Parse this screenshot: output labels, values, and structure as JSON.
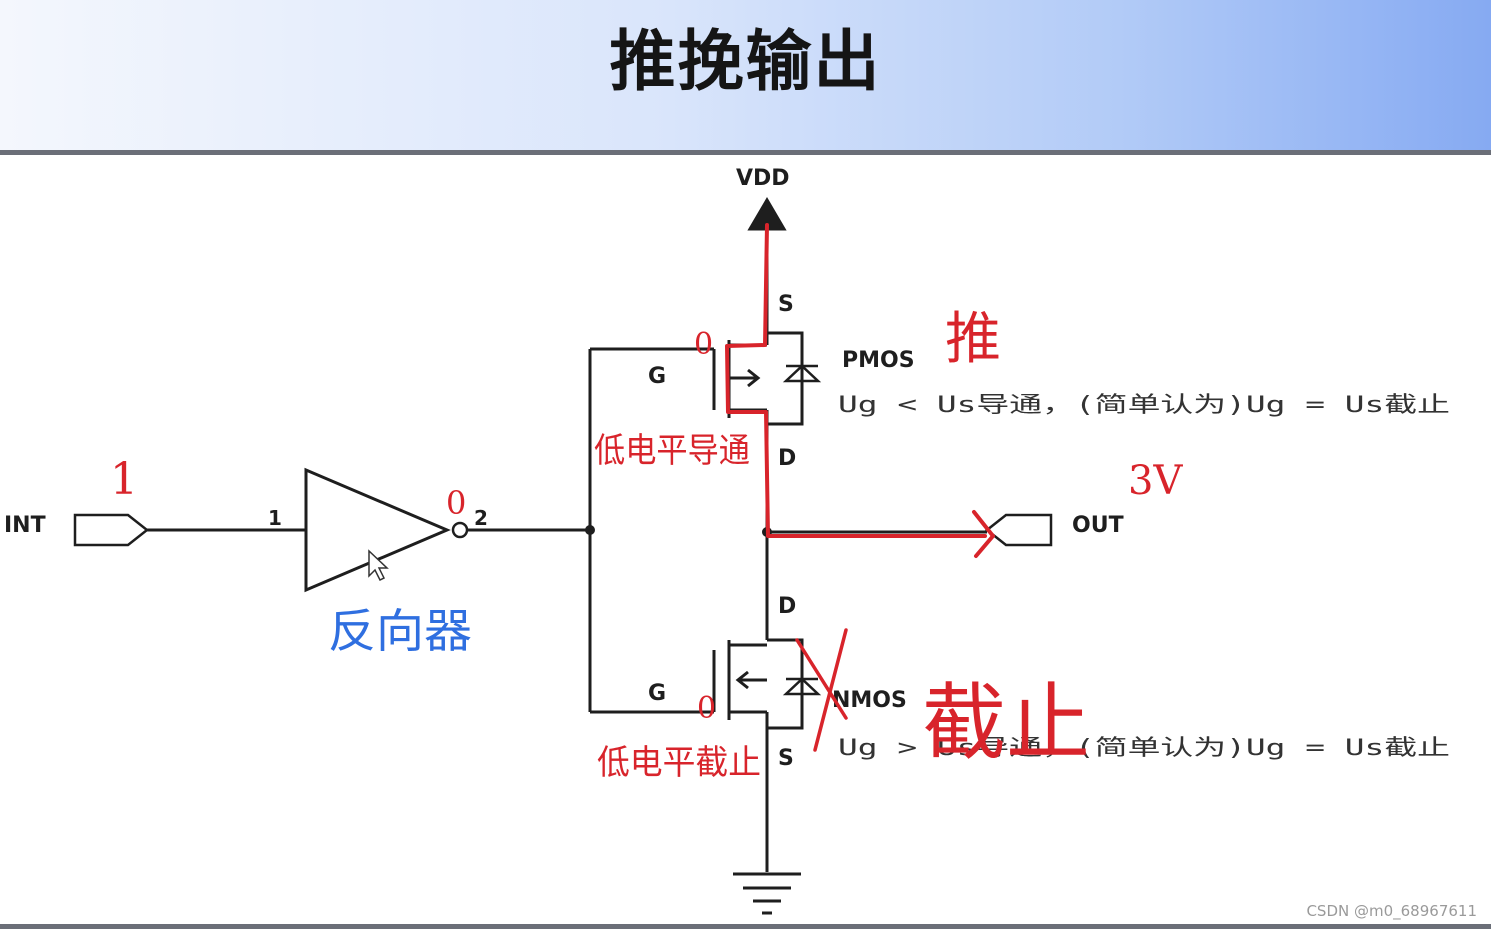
{
  "title": "推挽输出",
  "labels": {
    "vdd": "VDD",
    "s_top": "S",
    "pmos": "PMOS",
    "g_top": "G",
    "d_top": "D",
    "int": "INT",
    "pin1": "1",
    "pin2": "2",
    "out": "OUT",
    "d_bottom": "D",
    "g_bottom": "G",
    "nmos": "NMOS",
    "s_bottom": "S"
  },
  "notes": {
    "pmos_condition": "Ug < Us导通，(简单认为)Ug = Us截止",
    "nmos_condition": "Ug > Us导通，(简单认为)Ug = Us截止"
  },
  "annotations": {
    "push": "推",
    "input_level": "1",
    "inverter_output": "0",
    "inverter": "反向器",
    "pmos_gate": "0",
    "pmos_state": "低电平导通",
    "out_voltage": "3V",
    "nmos_gate": "0",
    "nmos_state": "低电平截止",
    "cutoff": "截止"
  },
  "colors": {
    "wire": "#1e1e1e",
    "annotation_red": "#d8242b",
    "annotation_blue": "#2f6fe0"
  },
  "watermark": "CSDN @m0_68967611"
}
